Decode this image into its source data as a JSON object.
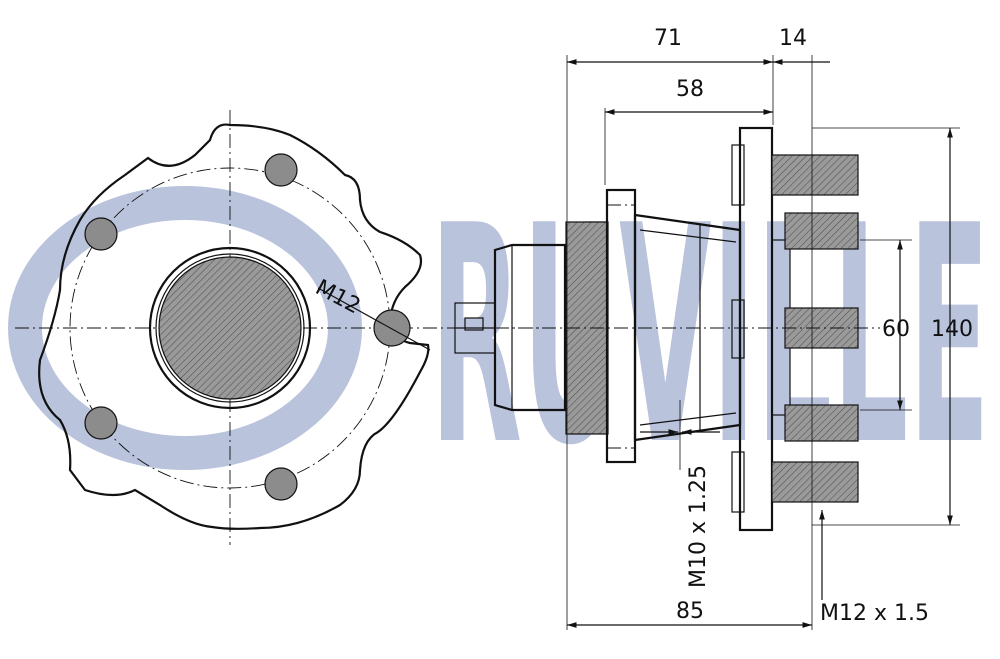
{
  "logo": {
    "text": "RUVILLE",
    "color": "#b9c3dc"
  },
  "dimensions": {
    "top_left": "71",
    "top_right": "14",
    "inner_top": "58",
    "bottom": "85",
    "bore": "60",
    "flange": "140",
    "thread_front": "M12",
    "thread_inner": "M10 x 1.25",
    "thread_stud": "M12 x 1.5"
  }
}
